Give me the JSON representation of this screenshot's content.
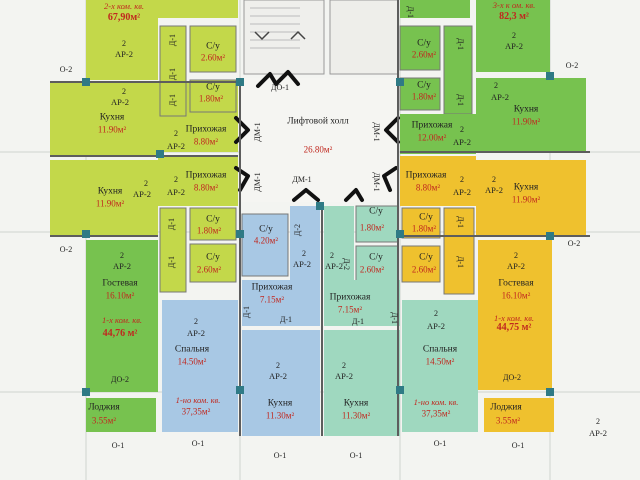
{
  "colors": {
    "lime": "#c3d84a",
    "green": "#77c24f",
    "blue": "#a8c8e4",
    "teal": "#9fd8bf",
    "orange": "#efc12e",
    "hall": "#f5f5f2",
    "wall": "#5d5d5d",
    "column": "#2f7a85",
    "text_red": "#c0281f"
  },
  "units": {
    "top_left": {
      "rooms": "2-х ком. кв.",
      "area": "67,90м²"
    },
    "top_right": {
      "rooms": "3-х к ом. кв.",
      "area": "82,3 м²"
    },
    "mid_left": {
      "rooms": "1-х ком. кв.",
      "area": "44,76 м²"
    },
    "mid_right": {
      "rooms": "1-х ком. кв.",
      "area": "44,75 м²"
    },
    "bottom_center_left": {
      "rooms": "1-но ком. кв.",
      "area": "37,35м²"
    },
    "bottom_center_right": {
      "rooms": "1-но ком. кв.",
      "area": "37,35м²"
    }
  },
  "rooms": {
    "kitchen": "Кухня",
    "hallway": "Прихожая",
    "bathroom": "С/у",
    "guest": "Гостевая",
    "bedroom": "Спальня",
    "loggia": "Лоджия",
    "lift_hall": "Лифтовой холл"
  },
  "areas": {
    "kitchen_tl": "11.90м²",
    "kitchen_tr": "11.90м²",
    "kitchen_ml": "11.90м²",
    "kitchen_mr": "11.90м²",
    "kitchen_bl": "11.30м²",
    "kitchen_br": "11.30м²",
    "hall_tl": "8.80м²",
    "hall_tr": "12.00м²",
    "hall_ml": "8.80м²",
    "hall_mr": "8.80м²",
    "hall_bl": "7.15м²",
    "hall_br": "7.15м²",
    "su_tl1": "2.60м²",
    "su_tl2": "1.80м²",
    "su_tr1": "2.60м²",
    "su_tr2": "1.80м²",
    "su_ml1": "1.80м²",
    "su_ml2": "2.60м²",
    "su_mr1": "1.80м²",
    "su_mr2": "2.60м²",
    "su_bl": "4.20м²",
    "su_br1": "1.80м²",
    "su_br2": "2.60м²",
    "guest_l": "16.10м²",
    "guest_r": "16.10м²",
    "bed_l": "14.50м²",
    "bed_r": "14.50м²",
    "loggia_l": "3.55м²",
    "loggia_r": "3.55м²",
    "lift_hall": "26.80м²"
  },
  "marks": {
    "ar2": "АР-2",
    "two": "2",
    "o1": "О-1",
    "o2": "О-2",
    "do1": "ДО-1",
    "do2": "ДО-2",
    "d1": "Д-1",
    "d2": "Д-2",
    "dm1": "ДМ-1"
  }
}
